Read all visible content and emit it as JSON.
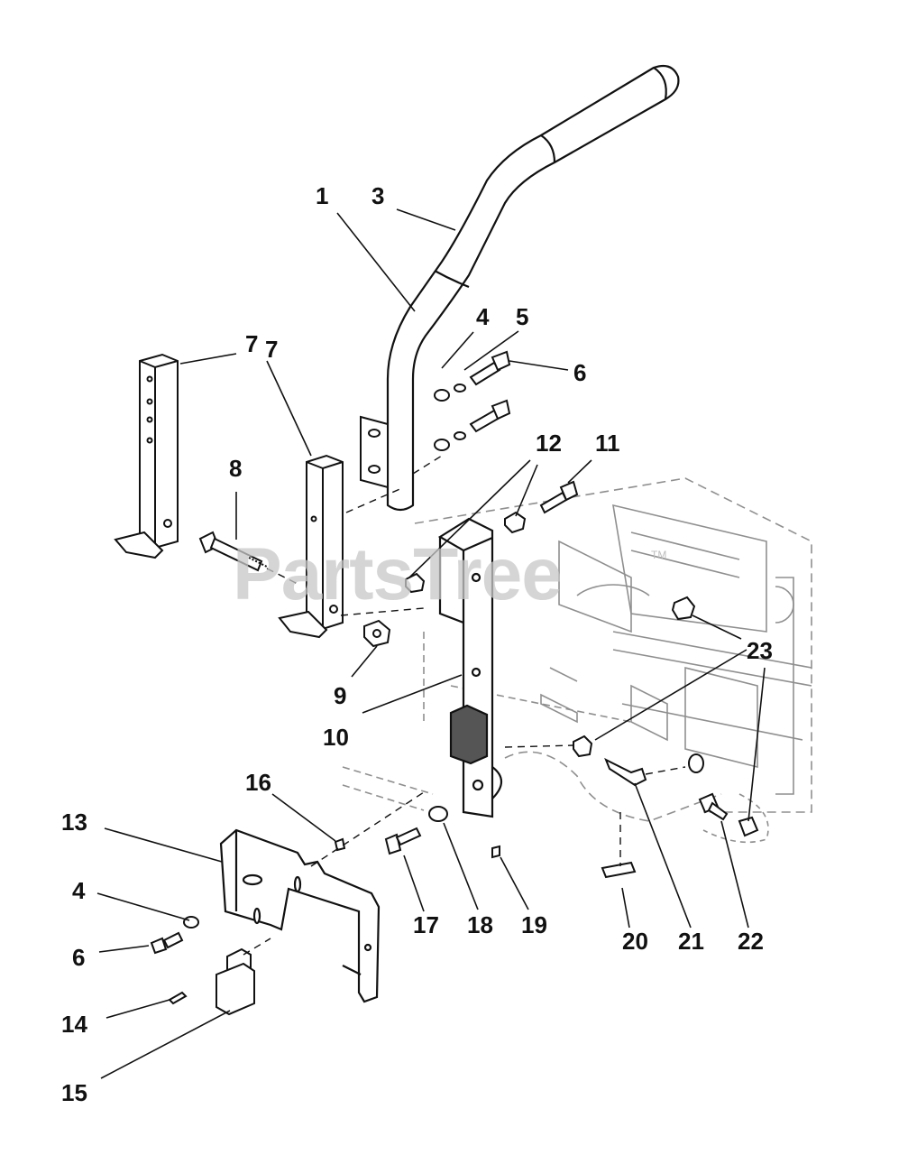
{
  "watermark": {
    "text": "PartsTree",
    "trademark": "TM"
  },
  "callouts": {
    "c1": "1",
    "c3": "3",
    "c4a": "4",
    "c5": "5",
    "c6a": "6",
    "c7a": "7",
    "c7b": "7",
    "c8": "8",
    "c9": "9",
    "c10": "10",
    "c11": "11",
    "c12": "12",
    "c13": "13",
    "c4b": "4",
    "c6b": "6",
    "c14": "14",
    "c15": "15",
    "c16": "16",
    "c17": "17",
    "c18": "18",
    "c19": "19",
    "c20": "20",
    "c21": "21",
    "c22": "22",
    "c23": "23"
  },
  "colors": {
    "line": "#111111",
    "ghost": "#9a9a9a",
    "watermark": "#c8c8c8"
  }
}
